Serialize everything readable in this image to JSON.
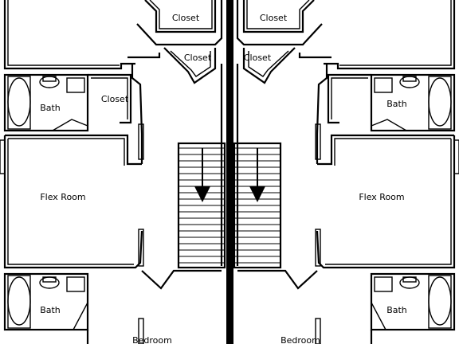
{
  "plan": {
    "rooms": {
      "closet_top_left": "Closet",
      "closet_top_right": "Closet",
      "closet_mid_left": "Closet",
      "closet_mid_right": "Closet",
      "closet_bath_left": "Closet",
      "bath_upper_left": "Bath",
      "bath_upper_right": "Bath",
      "flex_left": "Flex Room",
      "flex_right": "Flex Room",
      "bath_lower_left": "Bath",
      "bath_lower_right": "Bath",
      "bedroom_left": "Bedroom",
      "bedroom_right": "Bedroom"
    }
  }
}
